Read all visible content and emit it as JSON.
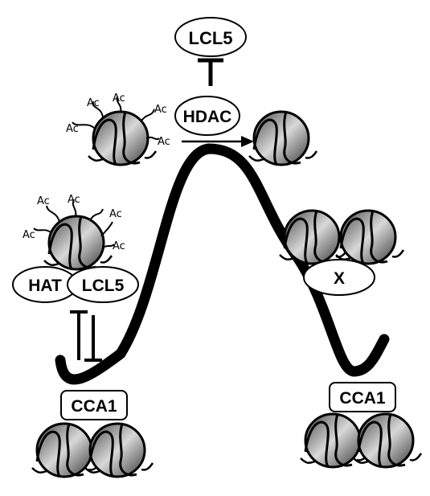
{
  "labels": {
    "lcl5_top": "LCL5",
    "hdac": "HDAC",
    "hat": "HAT",
    "lcl5_left": "LCL5",
    "x": "X",
    "cca1_left": "CCA1",
    "cca1_right": "CCA1",
    "acetyl": "Ac"
  }
}
